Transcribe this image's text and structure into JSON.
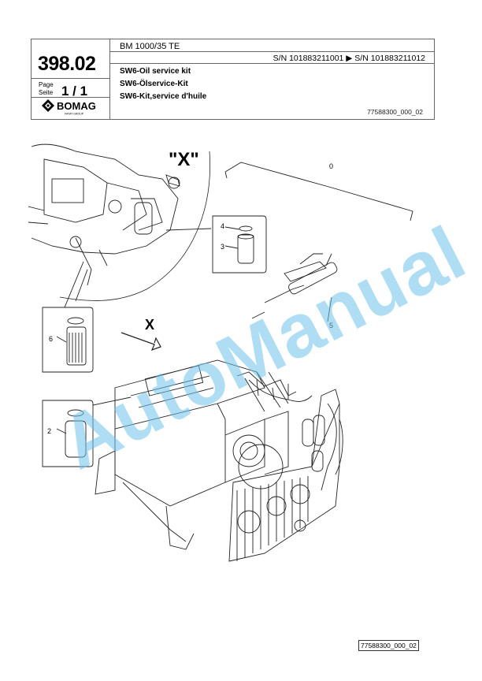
{
  "header": {
    "model": "BM 1000/35 TE",
    "serial_range": "S/N 101883211001  ▶  S/N 101883211012",
    "titles": [
      "SW6-Oil service kit",
      "SW6-Ölservice-Kit",
      "SW6-Kit,service d'huile"
    ],
    "group_number": "398.02",
    "page_label": "Page",
    "seite_label": "Seite",
    "page_value": "1 / 1",
    "logo_text": "BOMAG",
    "logo_sub": "FAYAT GROUP",
    "doc_id": "77588300_000_02"
  },
  "illustration": {
    "view_label": "\"X\"",
    "arrow_label": "X",
    "callouts": [
      "0",
      "2",
      "3",
      "4",
      "5",
      "6"
    ]
  },
  "footer": {
    "ref": "77588300_000_02"
  },
  "watermark": "AutoManual"
}
